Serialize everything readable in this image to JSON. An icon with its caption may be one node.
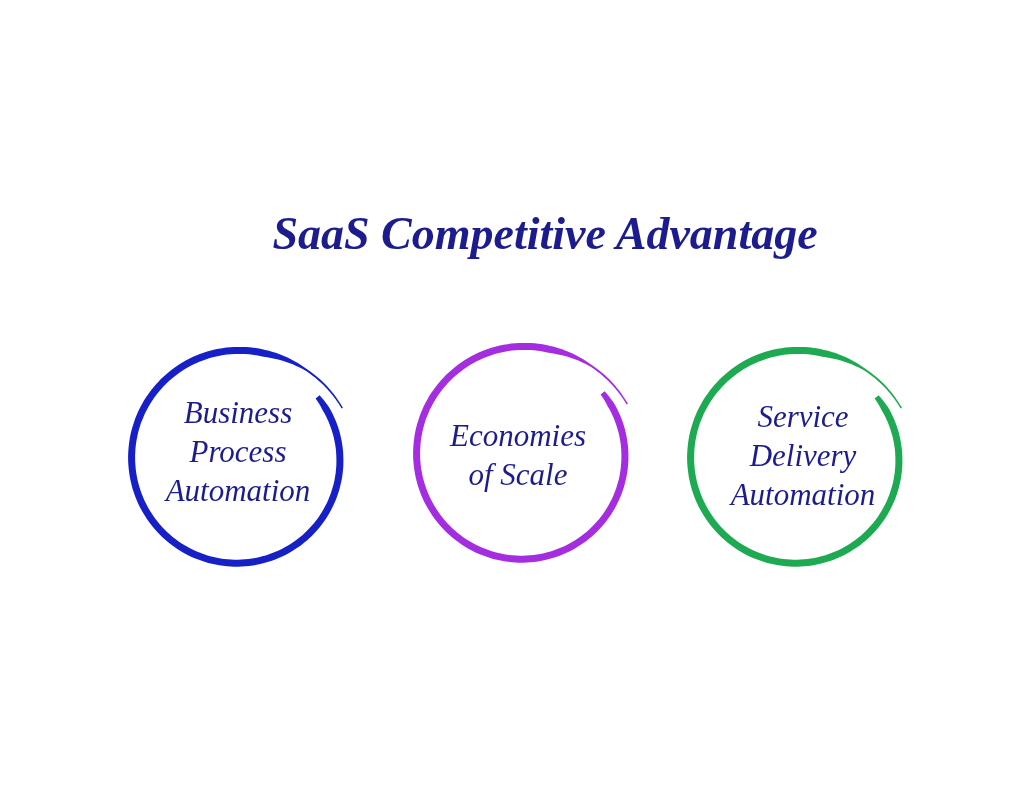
{
  "diagram": {
    "title": "SaaS Competitive Advantage",
    "nodes": [
      {
        "text": [
          "Business Process Automation"
        ]
      },
      {
        "text": [
          "Economies of Scale"
        ]
      },
      {
        "text": [
          "Service Delivery Automation"
        ]
      }
    ]
  }
}
